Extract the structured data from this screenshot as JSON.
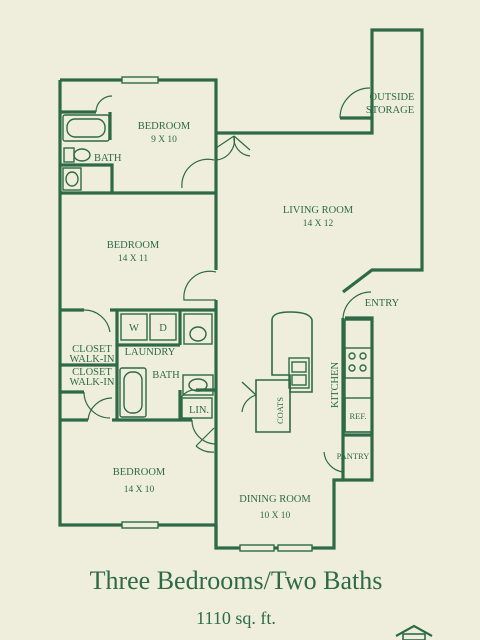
{
  "rooms": {
    "bedroom_top": {
      "name": "BEDROOM",
      "dim": "9 X 10"
    },
    "bath_top": {
      "name": "BATH"
    },
    "bedroom_mid": {
      "name": "BEDROOM",
      "dim": "14 X 11"
    },
    "living": {
      "name": "LIVING ROOM",
      "dim": "14 X 12"
    },
    "outside_storage": {
      "line1": "OUTSIDE",
      "line2": "STORAGE"
    },
    "entry": {
      "name": "ENTRY"
    },
    "laundry": {
      "name": "LAUNDRY",
      "washer": "W",
      "dryer": "D"
    },
    "closet1": {
      "line1": "CLOSET",
      "line2": "WALK-IN"
    },
    "closet2": {
      "line1": "CLOSET",
      "line2": "WALK-IN"
    },
    "bath_mid": {
      "name": "BATH"
    },
    "linen": {
      "name": "LIN."
    },
    "coats": {
      "name": "COATS"
    },
    "kitchen": {
      "name": "KITCHEN"
    },
    "ref": {
      "name": "REF."
    },
    "pantry": {
      "name": "PANTRY"
    },
    "bedroom_bottom": {
      "name": "BEDROOM",
      "dim": "14 X 10"
    },
    "dining": {
      "name": "DINING ROOM",
      "dim": "10 X 10"
    }
  },
  "caption": {
    "title": "Three Bedrooms/Two Baths",
    "area": "1110 sq. ft."
  },
  "icons": [
    "equal-housing-logo-icon"
  ],
  "colors": {
    "ink": "#2d6a45",
    "paper": "#efeedd"
  }
}
